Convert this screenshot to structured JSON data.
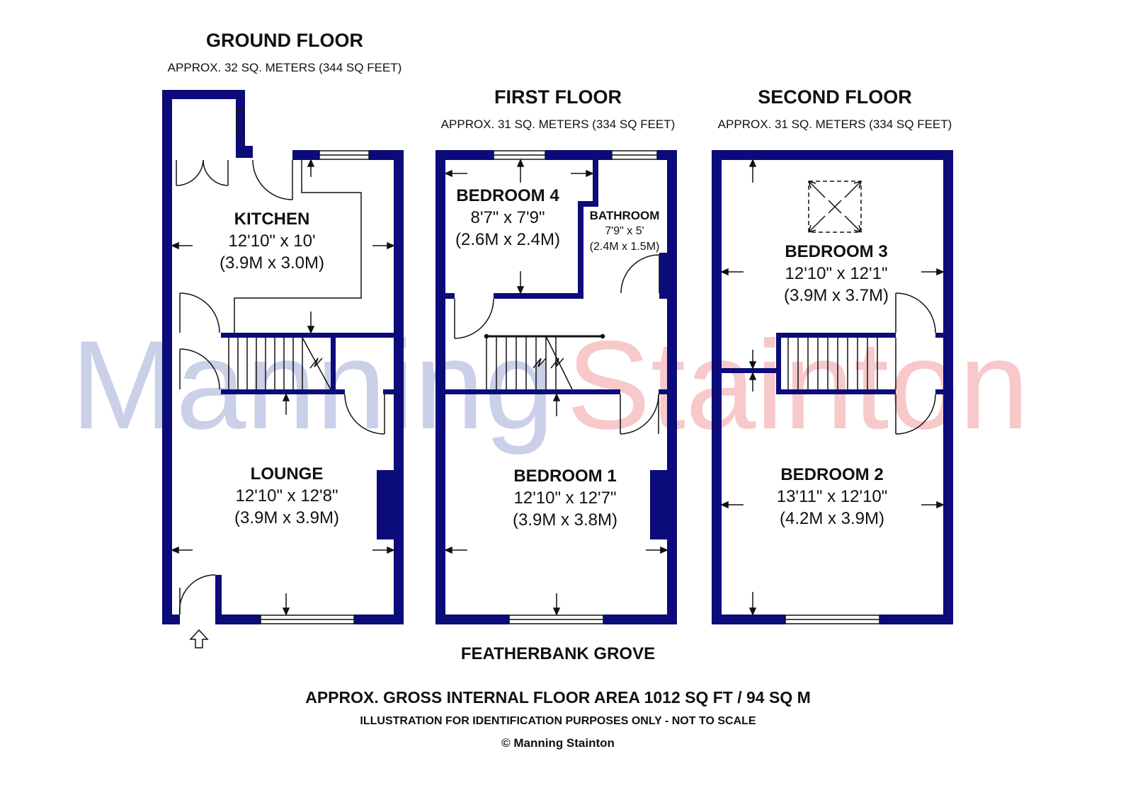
{
  "watermark": {
    "part1": "Manning",
    "part2": "Stainton",
    "color1": "#c9d0e8",
    "color2": "#f7c9cb"
  },
  "colors": {
    "wall": "#0b0b7a",
    "line": "#111111"
  },
  "floors": {
    "ground": {
      "title": "GROUND FLOOR",
      "area": "APPROX. 32 SQ. METERS (344 SQ FEET)",
      "rooms": {
        "kitchen": {
          "name": "KITCHEN",
          "imperial": "12'10\" x 10'",
          "metric": "(3.9M x 3.0M)"
        },
        "lounge": {
          "name": "LOUNGE",
          "imperial": "12'10\" x 12'8\"",
          "metric": "(3.9M x 3.9M)"
        }
      }
    },
    "first": {
      "title": "FIRST FLOOR",
      "area": "APPROX. 31 SQ. METERS (334 SQ FEET)",
      "rooms": {
        "bedroom4": {
          "name": "BEDROOM 4",
          "imperial": "8'7\" x 7'9\"",
          "metric": "(2.6M x 2.4M)"
        },
        "bathroom": {
          "name": "BATHROOM",
          "imperial": "7'9\" x 5'",
          "metric": "(2.4M x 1.5M)"
        },
        "bedroom1": {
          "name": "BEDROOM 1",
          "imperial": "12'10\" x 12'7\"",
          "metric": "(3.9M x 3.8M)"
        }
      }
    },
    "second": {
      "title": "SECOND FLOOR",
      "area": "APPROX. 31 SQ. METERS (334 SQ FEET)",
      "rooms": {
        "bedroom3": {
          "name": "BEDROOM 3",
          "imperial": "12'10\" x 12'1\"",
          "metric": "(3.9M x 3.7M)"
        },
        "bedroom2": {
          "name": "BEDROOM 2",
          "imperial": "13'11\" x 12'10\"",
          "metric": "(4.2M x 3.9M)"
        }
      }
    }
  },
  "street": "FEATHERBANK GROVE",
  "footer": {
    "gross_area": "APPROX. GROSS INTERNAL FLOOR AREA 1012 SQ FT / 94 SQ M",
    "disclaimer": "ILLUSTRATION FOR IDENTIFICATION PURPOSES ONLY - NOT TO SCALE",
    "copyright": "© Manning Stainton"
  }
}
